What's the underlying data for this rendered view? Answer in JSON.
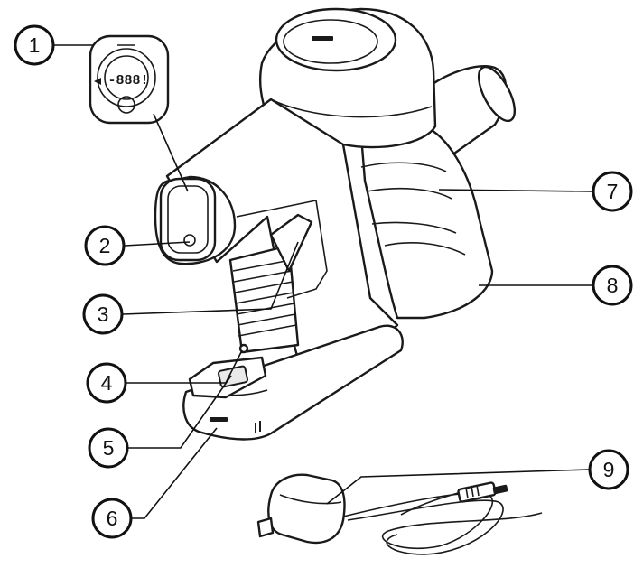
{
  "callouts": [
    {
      "label": "1"
    },
    {
      "label": "2"
    },
    {
      "label": "3"
    },
    {
      "label": "4"
    },
    {
      "label": "5"
    },
    {
      "label": "6"
    },
    {
      "label": "7"
    },
    {
      "label": "8"
    },
    {
      "label": "9"
    }
  ],
  "display": {
    "readout": "-888!"
  },
  "colors": {
    "outline": "#1a1a1a",
    "background": "#ffffff",
    "shade": "#e9e9e9"
  }
}
